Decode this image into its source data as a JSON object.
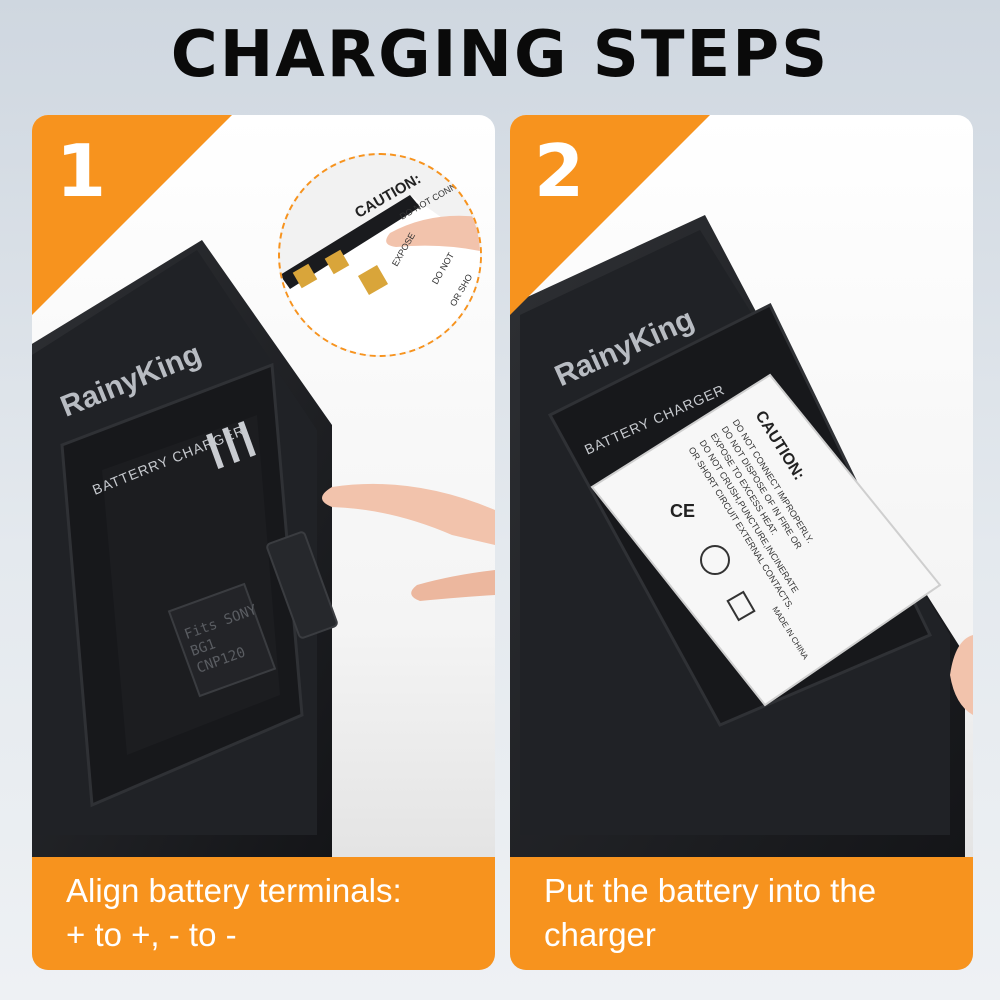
{
  "title": "CHARGING STEPS",
  "steps": [
    {
      "number": "1",
      "caption_lines": [
        "Align battery terminals:",
        "+ to +, - to -"
      ],
      "brand": "RainyKing",
      "charger_label": "BATTERRY CHARGER",
      "slot_text": [
        "Fits SONY",
        "BG1",
        "CNP120"
      ],
      "zoom_caution": "CAUTION:",
      "zoom_lines": [
        "DO NOT CONNECT",
        "EXPOSE",
        "DO NOT",
        "OR SHO"
      ]
    },
    {
      "number": "2",
      "caption_lines": [
        "Put the battery into the",
        "charger"
      ],
      "brand": "RainyKing",
      "charger_label": "BATTERY CHARGER",
      "battery_caution": "CAUTION:",
      "battery_lines": [
        "DO NOT CONNECT IMPROPERLY.",
        "DO NOT DISPOSE OF IN FIRE OR",
        "EXPOSE TO EXCESS HEAT.",
        "DO NOT CRUSH,PUNCTURE,INCINERATE",
        "OR SHORT CIRCUIT EXTERNAL CONTACTS."
      ],
      "made_in": "MADE IN CHINA",
      "ce_mark": "CE"
    }
  ],
  "colors": {
    "accent": "#f7931e",
    "charger": "#1e1f22",
    "title": "#0a0a0a"
  }
}
